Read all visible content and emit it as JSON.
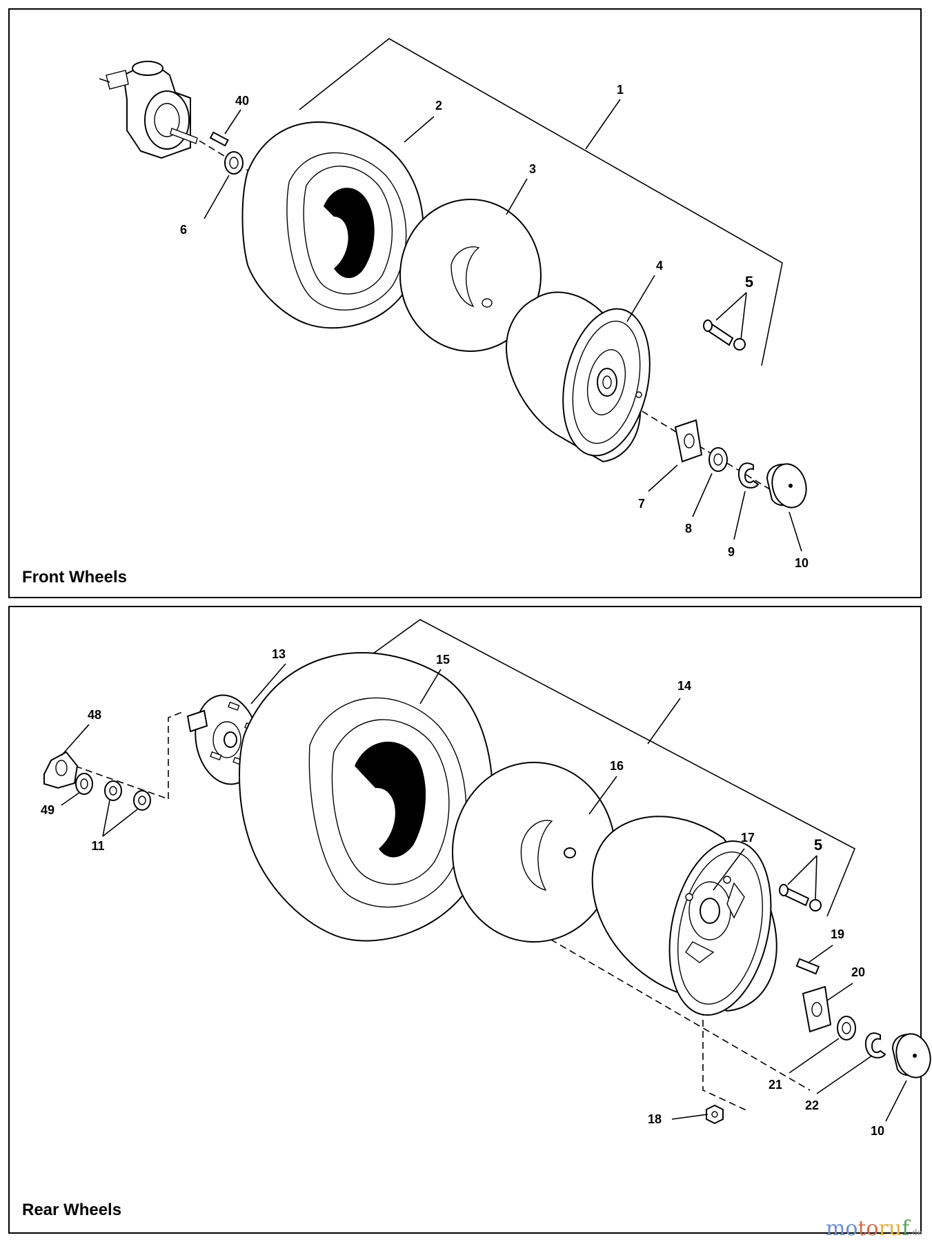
{
  "sections": {
    "front": {
      "title": "Front Wheels",
      "callouts": {
        "c1": "1",
        "c2": "2",
        "c3": "3",
        "c4": "4",
        "c5": "5",
        "c6": "6",
        "c7": "7",
        "c8": "8",
        "c9": "9",
        "c10": "10",
        "c40": "40"
      }
    },
    "rear": {
      "title": "Rear Wheels",
      "callouts": {
        "c5": "5",
        "c10": "10",
        "c11": "11",
        "c13": "13",
        "c14": "14",
        "c15": "15",
        "c16": "16",
        "c17": "17",
        "c18": "18",
        "c19": "19",
        "c20": "20",
        "c21": "21",
        "c22": "22",
        "c48": "48",
        "c49": "49"
      }
    }
  },
  "watermark": {
    "p1": "mo",
    "p2": "to",
    "p3": "ru",
    "p4": "f",
    "tld": ".de"
  }
}
